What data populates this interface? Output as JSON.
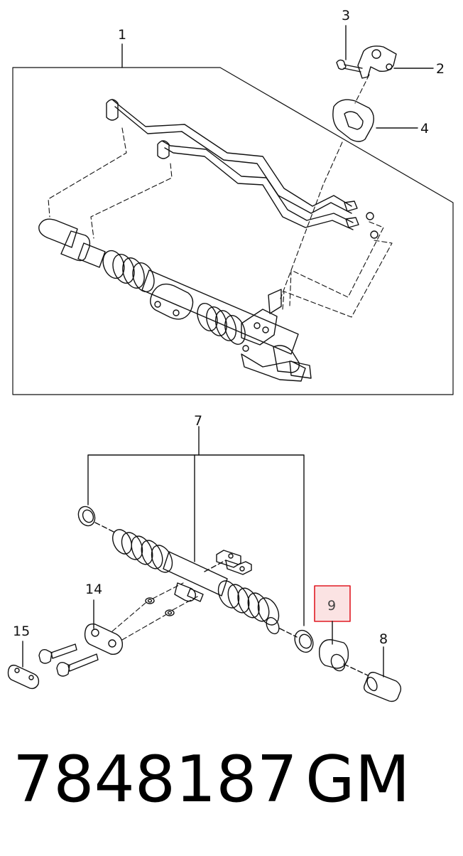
{
  "callouts": {
    "c1": "1",
    "c2": "2",
    "c3": "3",
    "c4": "4",
    "c7": "7",
    "c8": "8",
    "c9": "9",
    "c14": "14",
    "c15": "15"
  },
  "highlighted_callout": "9",
  "footer": {
    "part_number": "7848187",
    "brand": "GM"
  },
  "colors": {
    "line": "#111111",
    "highlight_border": "#e01b24",
    "highlight_fill": "#fbe3e3"
  }
}
